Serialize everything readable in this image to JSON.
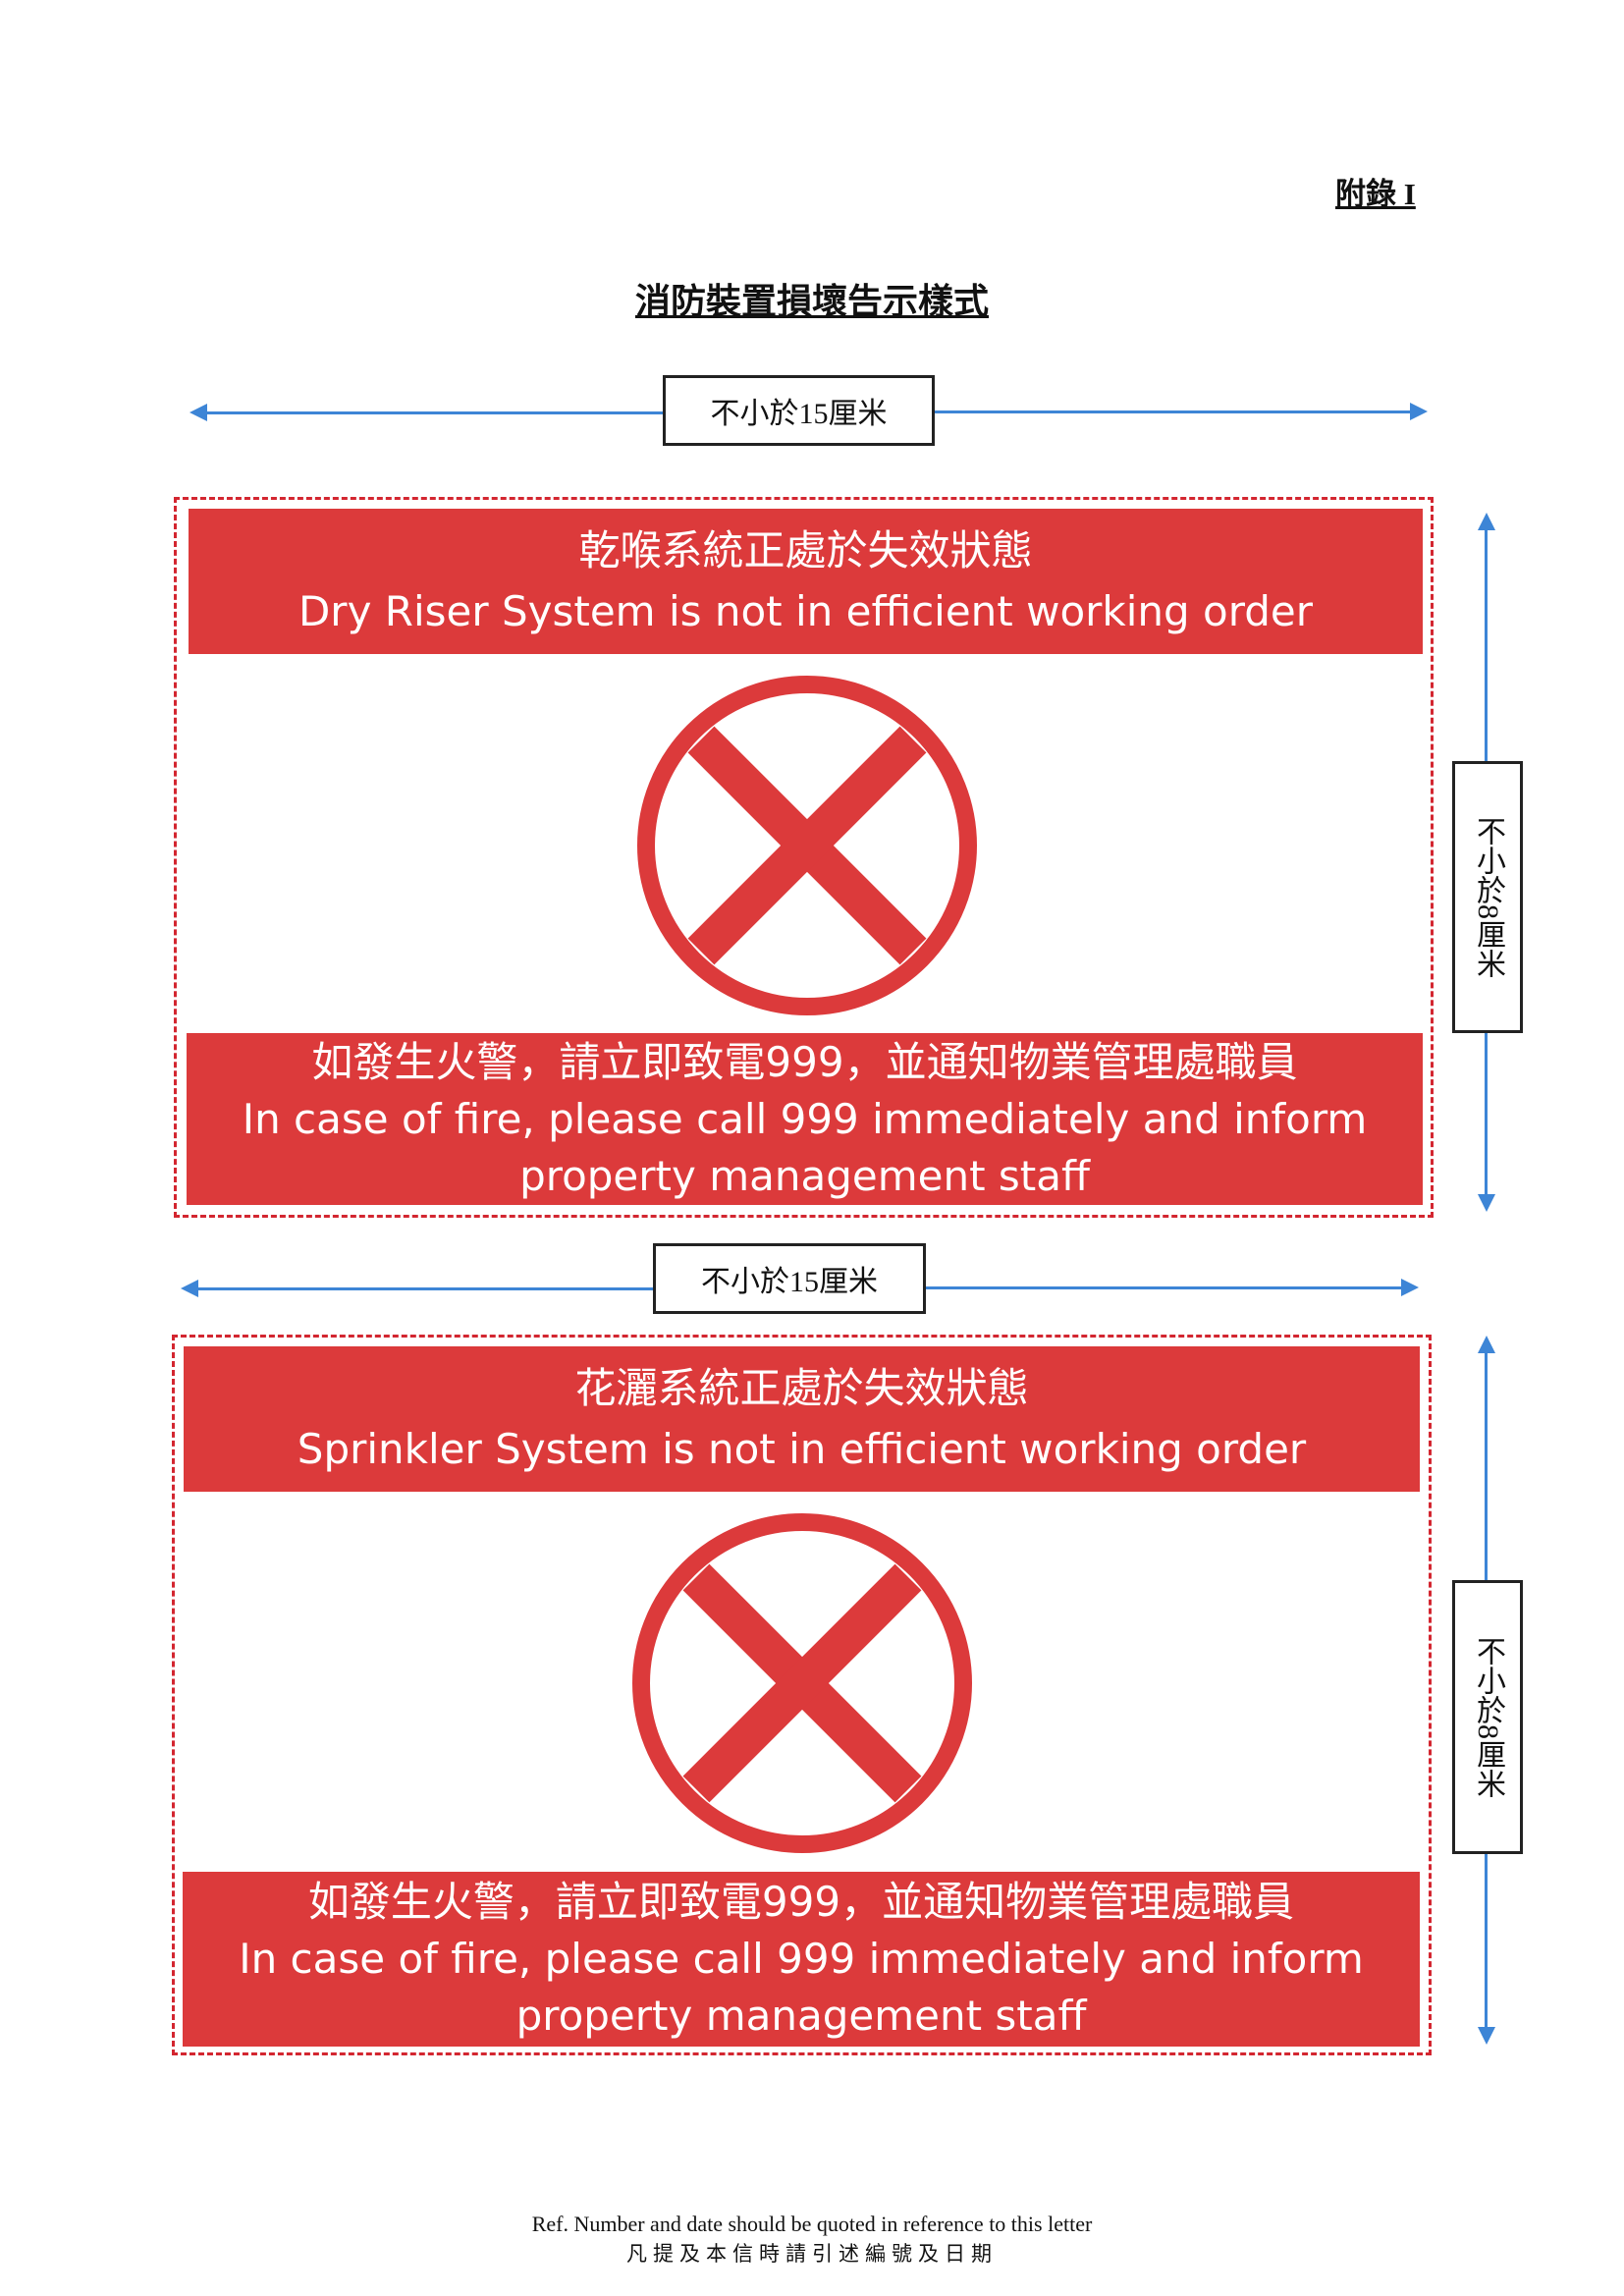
{
  "header": {
    "appendix": "附錄 I",
    "title": "消防裝置損壞告示樣式"
  },
  "dimensions": {
    "width_label": "不小於15厘米",
    "height_label": "不小於8厘米"
  },
  "notices": [
    {
      "title_zh": "乾喉系統正處於失效狀態",
      "title_en": "Dry Riser System is not in efficient working order",
      "instruction_zh": "如發生火警，請立即致電999，並通知物業管理處職員",
      "instruction_en_1": "In case of fire, please call 999 immediately and inform",
      "instruction_en_2": "property management staff"
    },
    {
      "title_zh": "花灑系統正處於失效狀態",
      "title_en": "Sprinkler System is not in efficient working order",
      "instruction_zh": "如發生火警，請立即致電999，並通知物業管理處職員",
      "instruction_en_1": "In case of fire, please call 999 immediately and inform",
      "instruction_en_2": "property management staff"
    }
  ],
  "icons": {
    "prohibited": "x-in-circle-icon"
  },
  "colors": {
    "sign_red": "#dc3a3b",
    "dimension_blue": "#3d85d6"
  },
  "footer": {
    "line_en": "Ref. Number and date should be quoted in reference to this letter",
    "line_zh": "凡提及本信時請引述編號及日期"
  }
}
